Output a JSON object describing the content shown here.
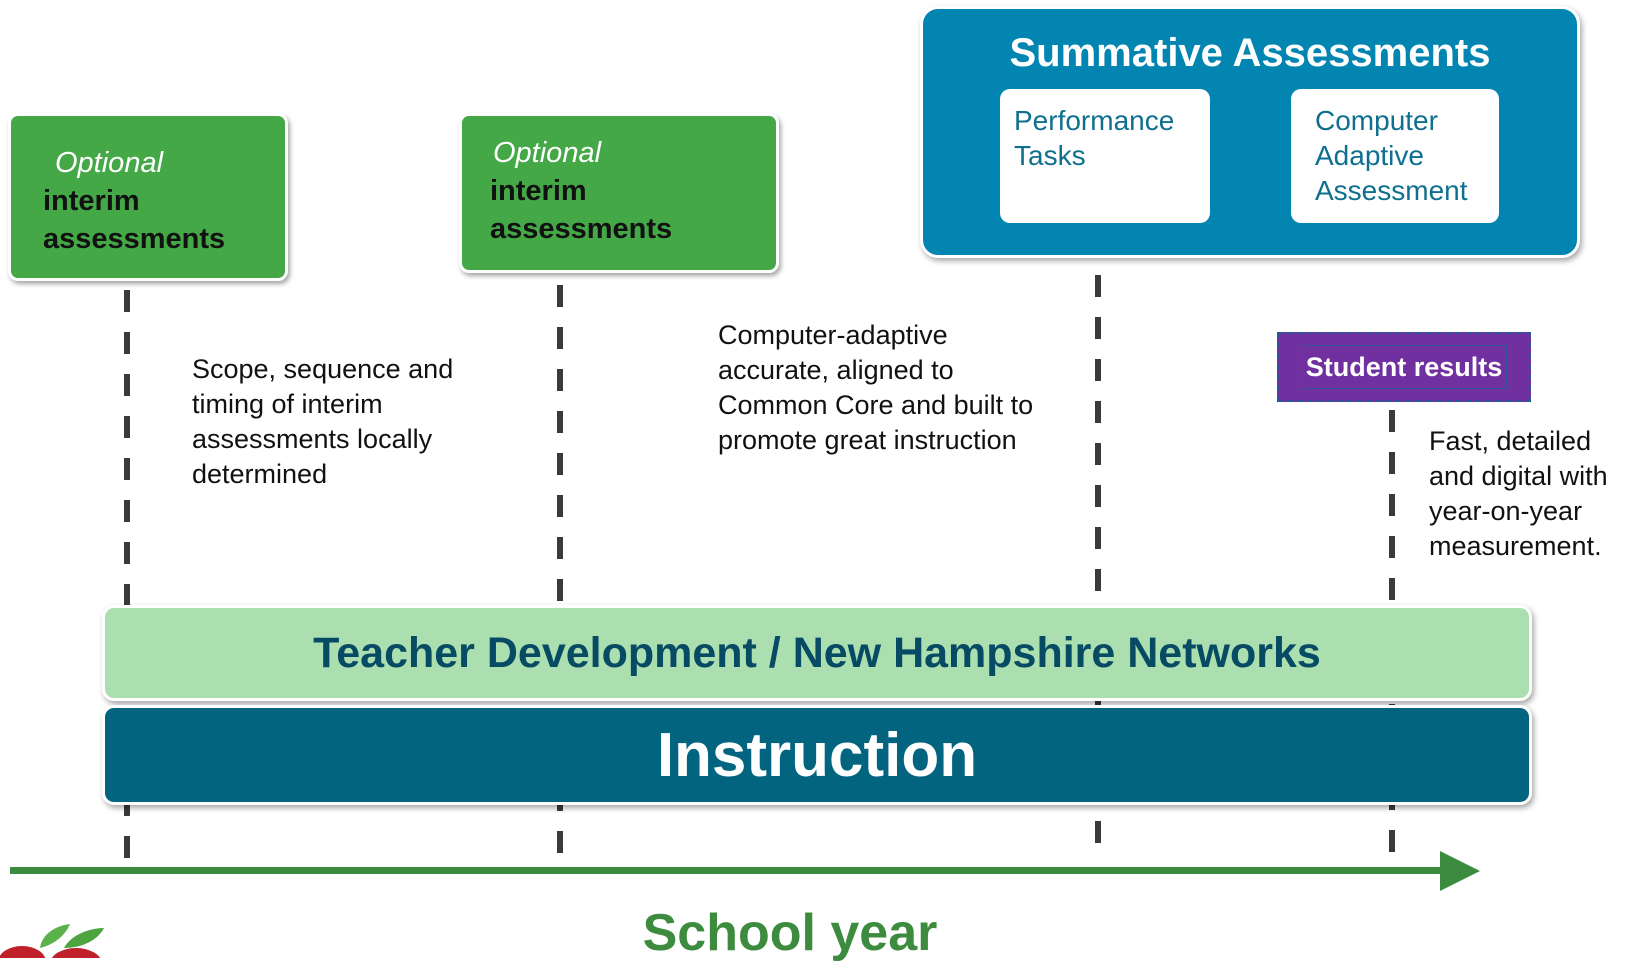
{
  "interim_left": {
    "optional": "Optional",
    "line1": "interim",
    "line2": "assessments"
  },
  "interim_mid": {
    "optional": "Optional",
    "line1": "interim",
    "line2": "assessments"
  },
  "summative": {
    "title": "Summative Assessments",
    "box1": {
      "line1": "Performance",
      "line2": "Tasks"
    },
    "box2": {
      "line1": "Computer",
      "line2": "Adaptive",
      "line3": "Assessment"
    }
  },
  "notes": {
    "scope": [
      "Scope, sequence and",
      "timing of interim",
      "assessments locally",
      "determined"
    ],
    "adaptive": [
      "Computer-adaptive",
      "accurate, aligned to",
      "Common Core and built to",
      "promote great instruction"
    ],
    "fast": [
      "Fast, detailed",
      "and digital with",
      "year-on-year",
      "measurement."
    ]
  },
  "results_label": "Student results",
  "bands": {
    "development": "Teacher Development / New Hampshire Networks",
    "instruction": "Instruction"
  },
  "axis_label": "School year",
  "colors": {
    "interim_green": "#45a847",
    "summative_blue": "#0286b1",
    "results_purple": "#7030a0",
    "dev_band": "#acdfb0",
    "instruction_band": "#03647f",
    "axis_green": "#3c8b3e"
  }
}
